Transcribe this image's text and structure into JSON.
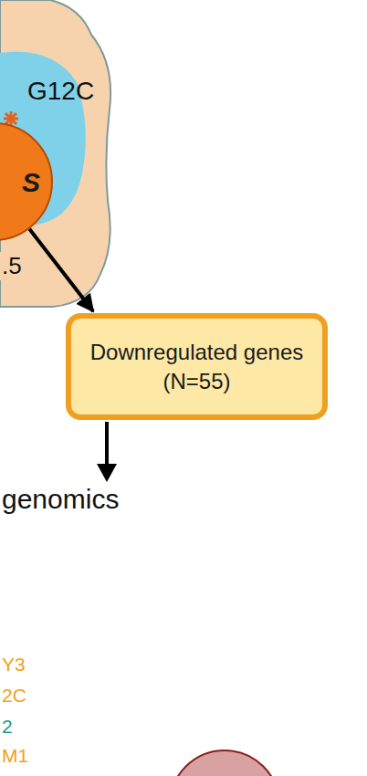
{
  "diagram": {
    "nodes": [
      {
        "text": [
          "S"
        ]
      },
      {
        "text": [
          "Downregulated genes (N=55)"
        ]
      }
    ],
    "edges": [
      {
        "from": 0,
        "to": 1,
        "label": ".5",
        "arrow": "to"
      }
    ],
    "labels": [
      "G12C",
      "genomics",
      "Y3",
      "2C",
      "2",
      "M1"
    ]
  }
}
